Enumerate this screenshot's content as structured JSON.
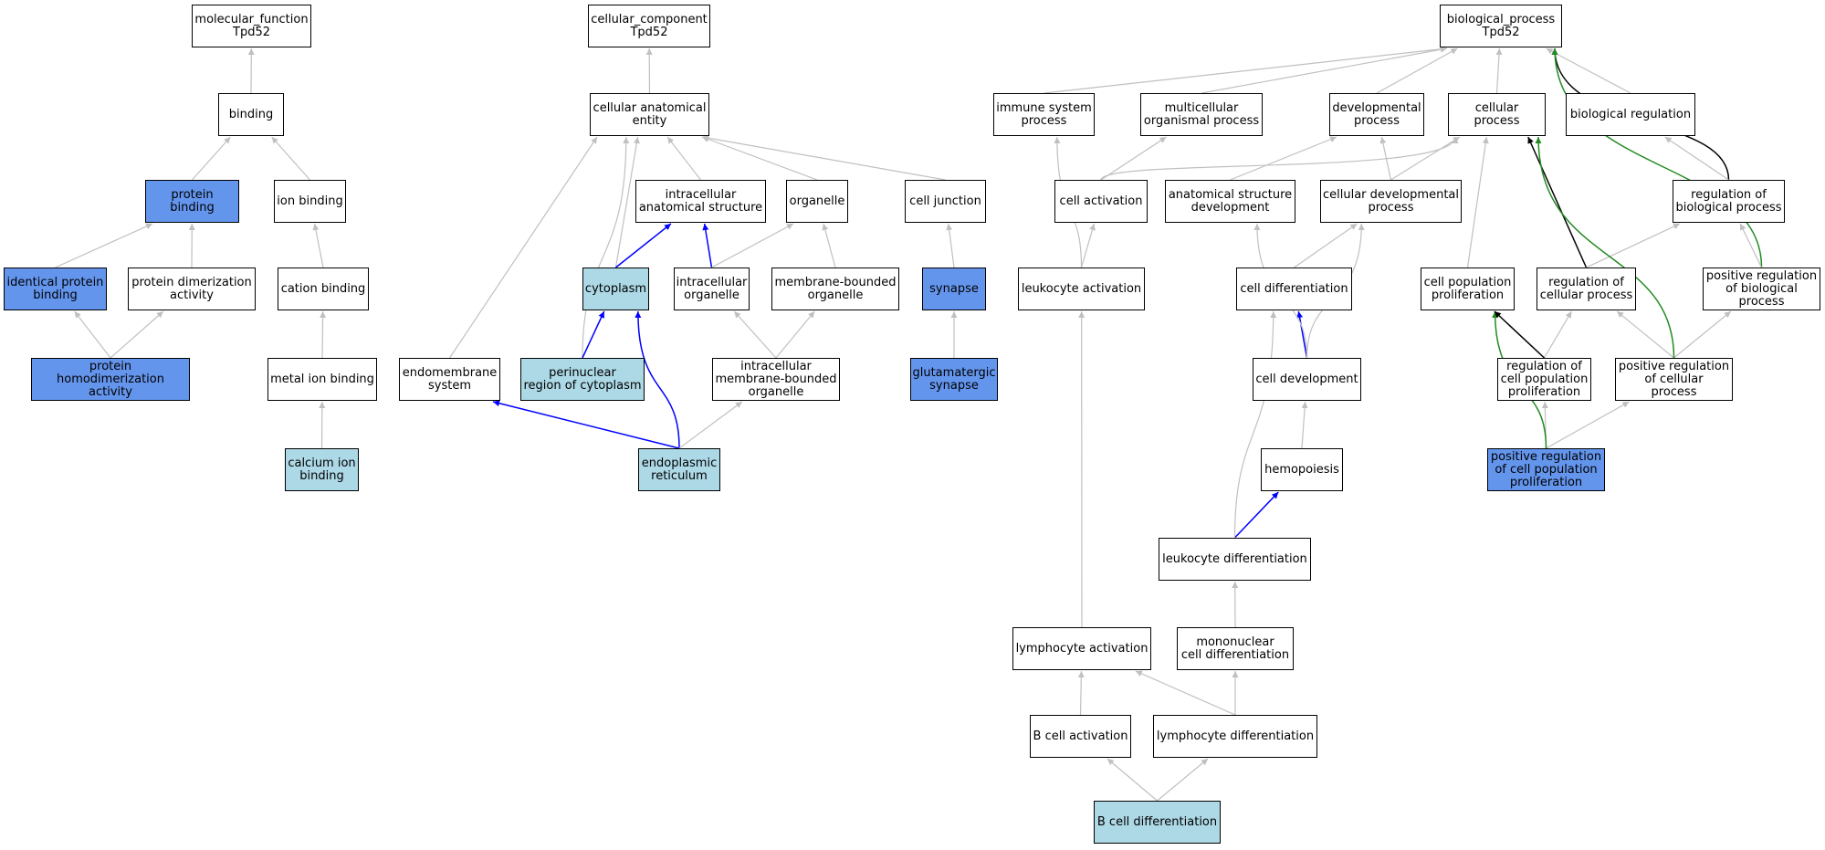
{
  "colors": {
    "normal_fill": "#ffffff",
    "dark_fill": "#6495ed",
    "light_fill": "#add8e6",
    "gray_edge": "#c0c0c0",
    "blue_edge": "#0000ff",
    "black_edge": "#000000",
    "green_edge": "#228b22"
  },
  "nodes": [
    {
      "id": "mf",
      "label": "molecular_function\nTpd52",
      "fill": "normal"
    },
    {
      "id": "binding",
      "label": "binding",
      "fill": "normal"
    },
    {
      "id": "protein_binding",
      "label": "protein binding",
      "fill": "dark"
    },
    {
      "id": "ion_binding",
      "label": "ion binding",
      "fill": "normal"
    },
    {
      "id": "identical_protein_binding",
      "label": "identical protein\nbinding",
      "fill": "dark"
    },
    {
      "id": "protein_dimerization",
      "label": "protein dimerization\nactivity",
      "fill": "normal"
    },
    {
      "id": "cation_binding",
      "label": "cation binding",
      "fill": "normal"
    },
    {
      "id": "protein_homodimerization",
      "label": "protein homodimerization\nactivity",
      "fill": "dark"
    },
    {
      "id": "metal_ion_binding",
      "label": "metal ion binding",
      "fill": "normal"
    },
    {
      "id": "calcium_ion_binding",
      "label": "calcium ion\nbinding",
      "fill": "light"
    },
    {
      "id": "cc",
      "label": "cellular_component\nTpd52",
      "fill": "normal"
    },
    {
      "id": "cae",
      "label": "cellular anatomical\nentity",
      "fill": "normal"
    },
    {
      "id": "ias",
      "label": "intracellular\nanatomical structure",
      "fill": "normal"
    },
    {
      "id": "organelle",
      "label": "organelle",
      "fill": "normal"
    },
    {
      "id": "cell_junction",
      "label": "cell junction",
      "fill": "normal"
    },
    {
      "id": "cytoplasm",
      "label": "cytoplasm",
      "fill": "light"
    },
    {
      "id": "intracellular_organelle",
      "label": "intracellular\norganelle",
      "fill": "normal"
    },
    {
      "id": "mbo",
      "label": "membrane-bounded\norganelle",
      "fill": "normal"
    },
    {
      "id": "synapse",
      "label": "synapse",
      "fill": "dark"
    },
    {
      "id": "endomembrane",
      "label": "endomembrane\nsystem",
      "fill": "normal"
    },
    {
      "id": "perinuclear",
      "label": "perinuclear\nregion of cytoplasm",
      "fill": "light"
    },
    {
      "id": "imbo",
      "label": "intracellular\nmembrane-bounded\norganelle",
      "fill": "normal"
    },
    {
      "id": "glutamatergic",
      "label": "glutamatergic\nsynapse",
      "fill": "dark"
    },
    {
      "id": "er",
      "label": "endoplasmic\nreticulum",
      "fill": "light"
    },
    {
      "id": "bp",
      "label": "biological_process\nTpd52",
      "fill": "normal"
    },
    {
      "id": "immune",
      "label": "immune system\nprocess",
      "fill": "normal"
    },
    {
      "id": "multicellular",
      "label": "multicellular\norganismal process",
      "fill": "normal"
    },
    {
      "id": "developmental",
      "label": "developmental\nprocess",
      "fill": "normal"
    },
    {
      "id": "cellular_process",
      "label": "cellular process",
      "fill": "normal"
    },
    {
      "id": "bio_reg",
      "label": "biological regulation",
      "fill": "normal"
    },
    {
      "id": "cell_activation",
      "label": "cell activation",
      "fill": "normal"
    },
    {
      "id": "asd",
      "label": "anatomical structure\ndevelopment",
      "fill": "normal"
    },
    {
      "id": "cdp",
      "label": "cellular developmental\nprocess",
      "fill": "normal"
    },
    {
      "id": "reg_bp",
      "label": "regulation of\nbiological process",
      "fill": "normal"
    },
    {
      "id": "leukocyte_activation",
      "label": "leukocyte activation",
      "fill": "normal"
    },
    {
      "id": "cell_diff",
      "label": "cell differentiation",
      "fill": "normal"
    },
    {
      "id": "cpp",
      "label": "cell population\nproliferation",
      "fill": "normal"
    },
    {
      "id": "reg_cp",
      "label": "regulation of\ncellular process",
      "fill": "normal"
    },
    {
      "id": "pos_reg_bp",
      "label": "positive regulation\nof biological\nprocess",
      "fill": "normal"
    },
    {
      "id": "cell_dev",
      "label": "cell development",
      "fill": "normal"
    },
    {
      "id": "reg_cpp",
      "label": "regulation of\ncell population\nproliferation",
      "fill": "normal"
    },
    {
      "id": "pos_reg_cp",
      "label": "positive regulation\nof cellular\nprocess",
      "fill": "normal"
    },
    {
      "id": "hemopoiesis",
      "label": "hemopoiesis",
      "fill": "normal"
    },
    {
      "id": "pos_reg_cpp",
      "label": "positive regulation\nof cell population\nproliferation",
      "fill": "dark"
    },
    {
      "id": "leuk_diff",
      "label": "leukocyte differentiation",
      "fill": "normal"
    },
    {
      "id": "lymph_act",
      "label": "lymphocyte activation",
      "fill": "normal"
    },
    {
      "id": "mono_diff",
      "label": "mononuclear\ncell differentiation",
      "fill": "normal"
    },
    {
      "id": "b_act",
      "label": "B cell activation",
      "fill": "normal"
    },
    {
      "id": "lymph_diff",
      "label": "lymphocyte differentiation",
      "fill": "normal"
    },
    {
      "id": "b_diff",
      "label": "B cell differentiation",
      "fill": "light"
    }
  ],
  "edges": [
    {
      "from": "binding",
      "to": "mf",
      "color": "gray"
    },
    {
      "from": "protein_binding",
      "to": "binding",
      "color": "gray"
    },
    {
      "from": "ion_binding",
      "to": "binding",
      "color": "gray"
    },
    {
      "from": "identical_protein_binding",
      "to": "protein_binding",
      "color": "gray"
    },
    {
      "from": "protein_dimerization",
      "to": "protein_binding",
      "color": "gray"
    },
    {
      "from": "cation_binding",
      "to": "ion_binding",
      "color": "gray"
    },
    {
      "from": "protein_homodimerization",
      "to": "identical_protein_binding",
      "color": "gray"
    },
    {
      "from": "protein_homodimerization",
      "to": "protein_dimerization",
      "color": "gray"
    },
    {
      "from": "metal_ion_binding",
      "to": "cation_binding",
      "color": "gray"
    },
    {
      "from": "calcium_ion_binding",
      "to": "metal_ion_binding",
      "color": "gray"
    },
    {
      "from": "cae",
      "to": "cc",
      "color": "gray"
    },
    {
      "from": "ias",
      "to": "cae",
      "color": "gray"
    },
    {
      "from": "organelle",
      "to": "cae",
      "color": "gray"
    },
    {
      "from": "cell_junction",
      "to": "cae",
      "color": "gray"
    },
    {
      "from": "cytoplasm",
      "to": "cae",
      "color": "gray"
    },
    {
      "from": "endomembrane",
      "to": "cae",
      "color": "gray"
    },
    {
      "from": "perinuclear",
      "to": "cae",
      "color": "gray",
      "curve": true
    },
    {
      "from": "cytoplasm",
      "to": "ias",
      "color": "blue"
    },
    {
      "from": "intracellular_organelle",
      "to": "ias",
      "color": "blue"
    },
    {
      "from": "intracellular_organelle",
      "to": "organelle",
      "color": "gray"
    },
    {
      "from": "mbo",
      "to": "organelle",
      "color": "gray"
    },
    {
      "from": "synapse",
      "to": "cell_junction",
      "color": "gray"
    },
    {
      "from": "perinuclear",
      "to": "cytoplasm",
      "color": "blue"
    },
    {
      "from": "er",
      "to": "cytoplasm",
      "color": "blue",
      "curve": true
    },
    {
      "from": "imbo",
      "to": "intracellular_organelle",
      "color": "gray"
    },
    {
      "from": "imbo",
      "to": "mbo",
      "color": "gray"
    },
    {
      "from": "glutamatergic",
      "to": "synapse",
      "color": "gray"
    },
    {
      "from": "er",
      "to": "endomembrane",
      "color": "blue"
    },
    {
      "from": "er",
      "to": "imbo",
      "color": "gray"
    },
    {
      "from": "immune",
      "to": "bp",
      "color": "gray"
    },
    {
      "from": "multicellular",
      "to": "bp",
      "color": "gray"
    },
    {
      "from": "developmental",
      "to": "bp",
      "color": "gray"
    },
    {
      "from": "cellular_process",
      "to": "bp",
      "color": "gray"
    },
    {
      "from": "bio_reg",
      "to": "bp",
      "color": "gray"
    },
    {
      "from": "reg_bp",
      "to": "bp",
      "color": "black",
      "curve": true
    },
    {
      "from": "pos_reg_bp",
      "to": "bp",
      "color": "green",
      "curve": true
    },
    {
      "from": "cell_activation",
      "to": "cellular_process",
      "color": "gray",
      "curve": true
    },
    {
      "from": "cell_activation",
      "to": "multicellular",
      "color": "gray"
    },
    {
      "from": "asd",
      "to": "developmental",
      "color": "gray"
    },
    {
      "from": "cdp",
      "to": "developmental",
      "color": "gray"
    },
    {
      "from": "cdp",
      "to": "cellular_process",
      "color": "gray"
    },
    {
      "from": "reg_bp",
      "to": "bio_reg",
      "color": "gray"
    },
    {
      "from": "leukocyte_activation",
      "to": "cell_activation",
      "color": "gray"
    },
    {
      "from": "leukocyte_activation",
      "to": "immune",
      "color": "gray",
      "curve": true
    },
    {
      "from": "cell_diff",
      "to": "cdp",
      "color": "gray"
    },
    {
      "from": "cpp",
      "to": "cellular_process",
      "color": "gray"
    },
    {
      "from": "reg_cp",
      "to": "cellular_process",
      "color": "black"
    },
    {
      "from": "reg_cp",
      "to": "reg_bp",
      "color": "gray"
    },
    {
      "from": "pos_reg_bp",
      "to": "reg_bp",
      "color": "gray"
    },
    {
      "from": "cell_dev",
      "to": "cell_diff",
      "color": "blue"
    },
    {
      "from": "cell_dev",
      "to": "asd",
      "color": "gray",
      "curve": true
    },
    {
      "from": "cell_dev",
      "to": "cdp",
      "color": "gray",
      "curve": true
    },
    {
      "from": "reg_cpp",
      "to": "reg_cp",
      "color": "gray"
    },
    {
      "from": "pos_reg_cp",
      "to": "reg_cp",
      "color": "gray"
    },
    {
      "from": "pos_reg_cp",
      "to": "pos_reg_bp",
      "color": "gray"
    },
    {
      "from": "pos_reg_cp",
      "to": "cellular_process",
      "color": "green",
      "curve": true
    },
    {
      "from": "hemopoiesis",
      "to": "cell_dev",
      "color": "gray"
    },
    {
      "from": "pos_reg_cpp",
      "to": "reg_cpp",
      "color": "gray"
    },
    {
      "from": "pos_reg_cpp",
      "to": "pos_reg_cp",
      "color": "gray"
    },
    {
      "from": "pos_reg_cpp",
      "to": "cpp",
      "color": "green",
      "curve": true
    },
    {
      "from": "reg_cpp",
      "to": "cpp",
      "color": "black"
    },
    {
      "from": "leuk_diff",
      "to": "hemopoiesis",
      "color": "blue"
    },
    {
      "from": "leuk_diff",
      "to": "cell_diff",
      "color": "gray",
      "curve": true
    },
    {
      "from": "lymph_act",
      "to": "leukocyte_activation",
      "color": "gray"
    },
    {
      "from": "mono_diff",
      "to": "leuk_diff",
      "color": "gray"
    },
    {
      "from": "b_act",
      "to": "lymph_act",
      "color": "gray"
    },
    {
      "from": "lymph_diff",
      "to": "lymph_act",
      "color": "gray"
    },
    {
      "from": "lymph_diff",
      "to": "mono_diff",
      "color": "gray"
    },
    {
      "from": "b_diff",
      "to": "b_act",
      "color": "gray"
    },
    {
      "from": "b_diff",
      "to": "lymph_diff",
      "color": "gray"
    }
  ]
}
